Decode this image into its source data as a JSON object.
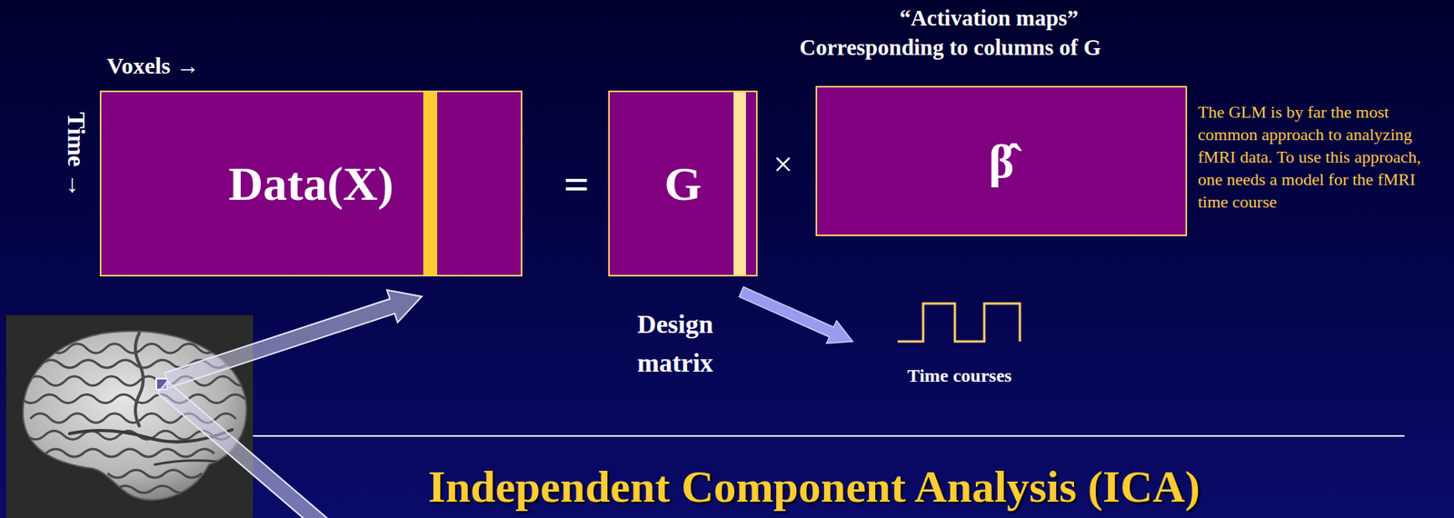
{
  "diagram": {
    "nodes": [
      {
        "text": [
          "Data(X)"
        ]
      },
      {
        "text": [
          "G",
          "Design matrix"
        ]
      },
      {
        "text": [
          "“Activation maps”",
          "Corresponding to columns of G",
          "β̂"
        ]
      }
    ],
    "labels": [
      "Voxels →",
      "Time →",
      "=",
      "×",
      "The GLM is by far the most common approach to analyzing fMRI data. To use this approach, one needs a model for the fMRI time course",
      "Time courses",
      "Independent Component Analysis (ICA)"
    ]
  }
}
